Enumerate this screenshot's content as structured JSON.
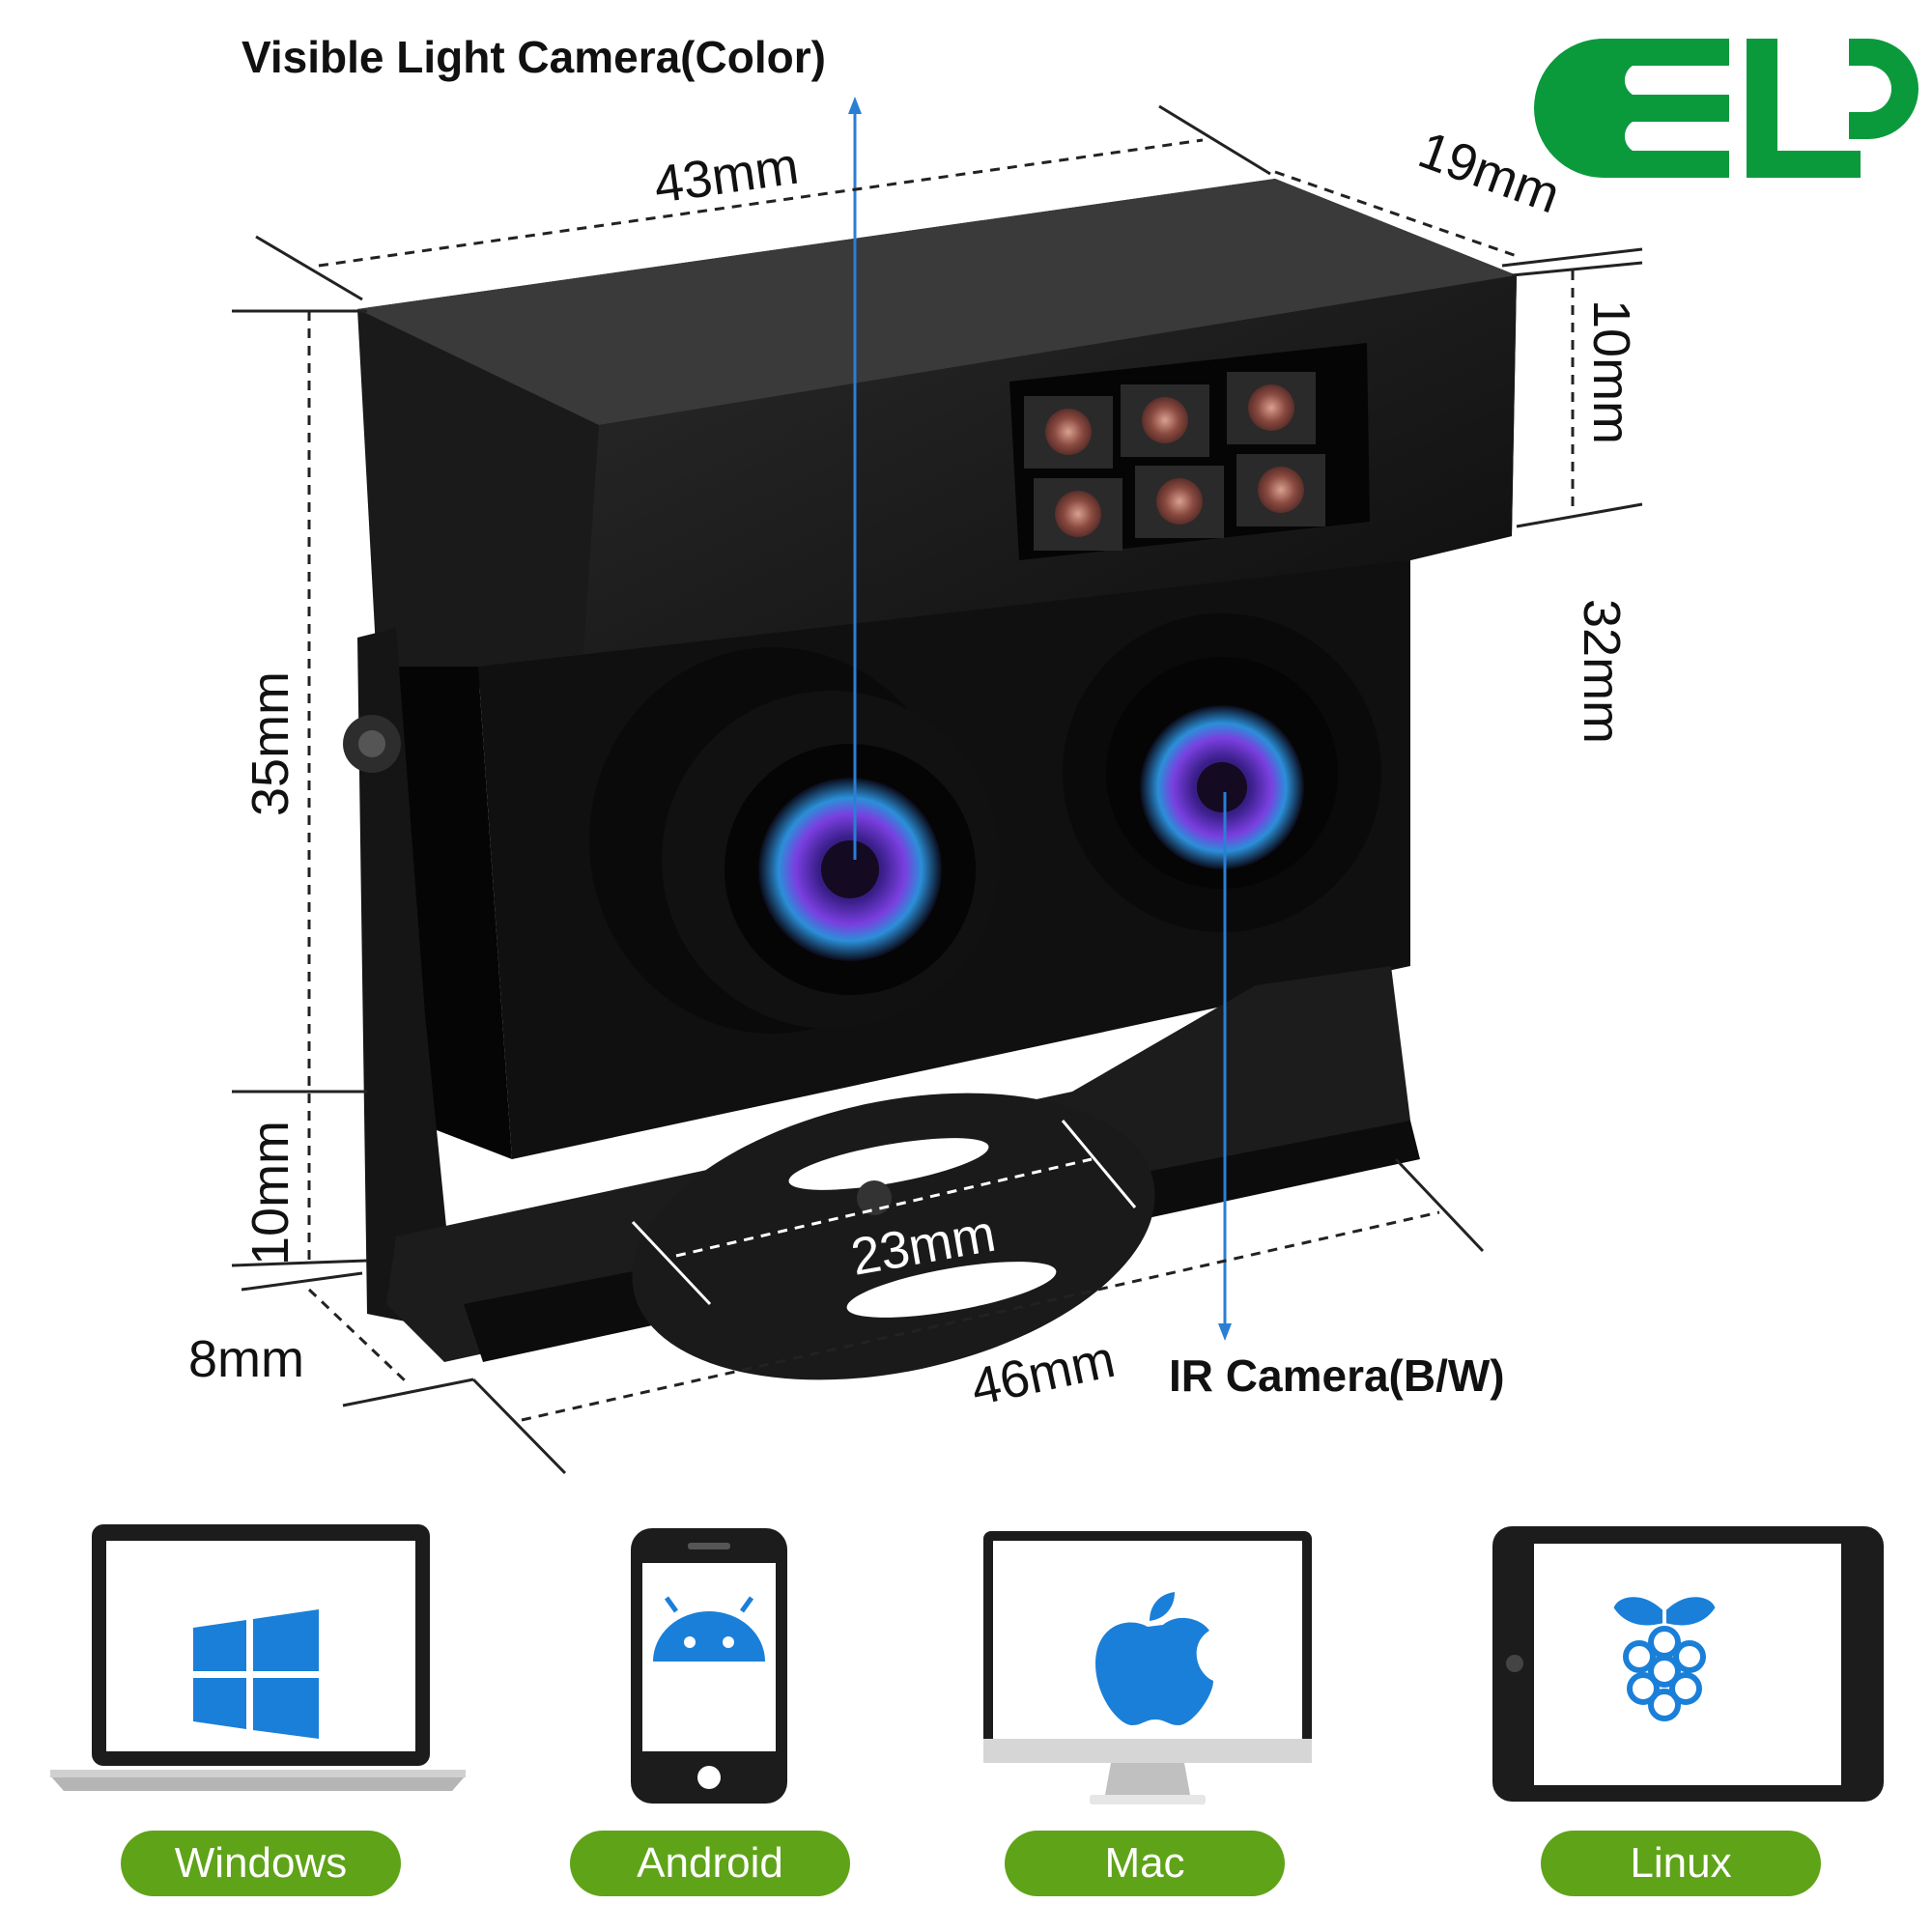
{
  "brand": {
    "logo_text": "ELP",
    "color": "#0a9a3c"
  },
  "labels": {
    "visible_camera": "Visible Light Camera(Color)",
    "ir_camera": "IR Camera(B/W)"
  },
  "dimensions": {
    "width_top": "43mm",
    "depth_top": "19mm",
    "led_panel_height": "10mm",
    "body_height_right": "32mm",
    "total_height_left": "35mm",
    "bracket_height": "10mm",
    "bracket_depth": "8mm",
    "mount_plate": "23mm",
    "base_width": "46mm"
  },
  "os": [
    {
      "label": "Windows",
      "icon": "windows-icon"
    },
    {
      "label": "Android",
      "icon": "android-icon"
    },
    {
      "label": "Mac",
      "icon": "apple-icon"
    },
    {
      "label": "Linux",
      "icon": "raspberry-pi-icon"
    }
  ],
  "colors": {
    "pill": "#5fa319",
    "arrow": "#2a7fd4",
    "icon_blue": "#1a7fd8"
  }
}
